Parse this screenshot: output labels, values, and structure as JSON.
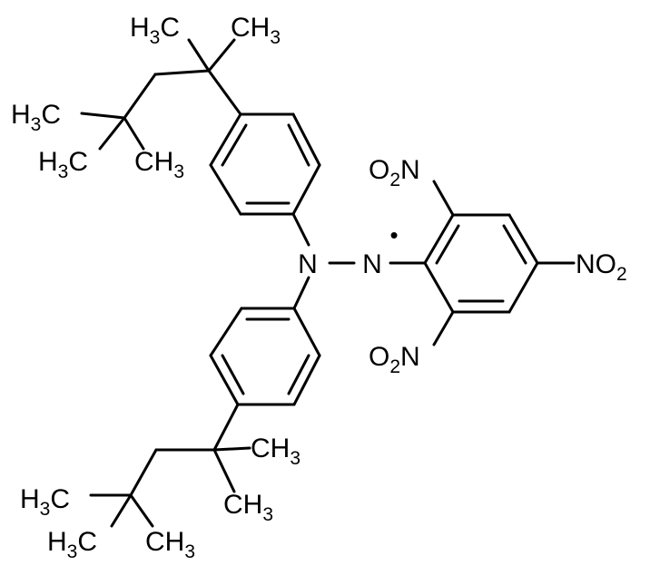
{
  "structure": {
    "labels": {
      "nitrogen_1": "N",
      "nitrogen_2": "N",
      "radical_dot": "•",
      "nitro_top": {
        "main": "O",
        "sub": "2",
        "tail": "N"
      },
      "nitro_right": {
        "main": "NO",
        "sub": "2"
      },
      "nitro_bottom": {
        "main": "O",
        "sub": "2",
        "tail": "N"
      },
      "top_methyl_left": {
        "main": "H",
        "sub": "3",
        "tail": "C"
      },
      "top_methyl_right": {
        "main": "CH",
        "sub": "3"
      },
      "top_tbutyl_upper": {
        "main": "H",
        "sub": "3",
        "tail": "C"
      },
      "top_tbutyl_lower_left": {
        "main": "H",
        "sub": "3",
        "tail": "C"
      },
      "top_tbutyl_lower_right": {
        "main": "CH",
        "sub": "3"
      },
      "bottom_methyl_upper": {
        "main": "CH",
        "sub": "3"
      },
      "bottom_methyl_lower": {
        "main": "CH",
        "sub": "3"
      },
      "bottom_tbutyl_upper": {
        "main": "H",
        "sub": "3",
        "tail": "C"
      },
      "bottom_tbutyl_lower_left": {
        "main": "H",
        "sub": "3",
        "tail": "C"
      },
      "bottom_tbutyl_lower_right": {
        "main": "CH",
        "sub": "3"
      }
    }
  }
}
